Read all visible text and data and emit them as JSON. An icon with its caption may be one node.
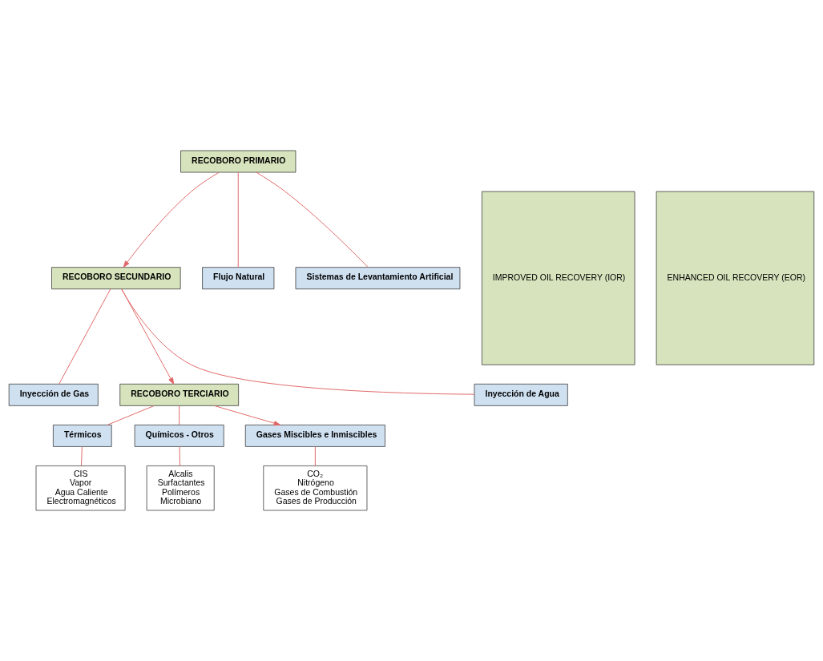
{
  "diagram": {
    "nodes": [
      {
        "text": [
          "RECOBORO PRIMARIO"
        ]
      },
      {
        "text": [
          "Flujo Natural"
        ]
      },
      {
        "text": [
          "Sistemas de Levantamiento Artificial"
        ]
      },
      {
        "text": [
          "RECOBORO SECUNDARIO"
        ]
      },
      {
        "text": [
          "Inyección de Agua"
        ]
      },
      {
        "text": [
          "Inyección de Gas"
        ]
      },
      {
        "text": [
          "RECOBORO TERCIARIO"
        ]
      },
      {
        "text": [
          "Térmicos"
        ]
      },
      {
        "text": [
          "Químicos - Otros"
        ]
      },
      {
        "text": [
          "Gases Miscibles e Inmiscibles"
        ]
      },
      {
        "text": [
          "CIS",
          "Vapor",
          "Agua Caliente",
          "Electromagnéticos"
        ]
      },
      {
        "text": [
          "Alcalis",
          "Surfactantes",
          "Polímeros",
          "Microbiano"
        ]
      },
      {
        "text": [
          "CO₂",
          "Nitrógeno",
          "Gases de Combustión",
          "Gases de Producción"
        ]
      },
      {
        "text": [
          "IMPROVED OIL RECOVERY (IOR)"
        ]
      },
      {
        "text": [
          "ENHANCED OIL RECOVERY (EOR)"
        ]
      }
    ],
    "edges": [
      {
        "from": 0,
        "to": 1,
        "arrow": "none"
      },
      {
        "from": 0,
        "to": 2,
        "arrow": "none"
      },
      {
        "from": 0,
        "to": 3,
        "arrow": "to"
      },
      {
        "from": 3,
        "to": 4,
        "arrow": "none"
      },
      {
        "from": 3,
        "to": 5,
        "arrow": "none"
      },
      {
        "from": 3,
        "to": 6,
        "arrow": "to"
      },
      {
        "from": 6,
        "to": 7,
        "arrow": "none"
      },
      {
        "from": 6,
        "to": 8,
        "arrow": "none"
      },
      {
        "from": 6,
        "to": 9,
        "arrow": "to"
      },
      {
        "from": 7,
        "to": 10,
        "arrow": "none"
      },
      {
        "from": 9,
        "to": 12,
        "arrow": "none"
      },
      {
        "from": 8,
        "to": 11,
        "arrow": "none"
      }
    ]
  }
}
